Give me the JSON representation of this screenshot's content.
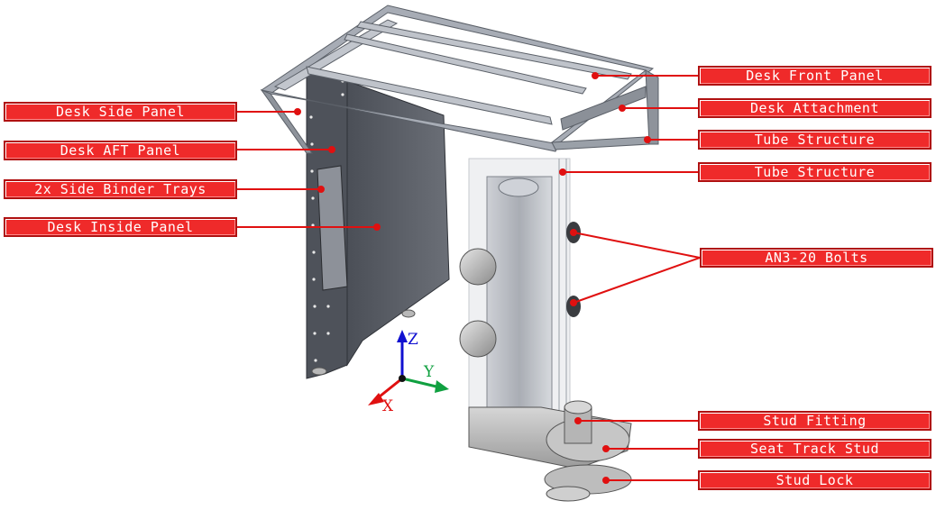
{
  "callouts": {
    "desk_side_panel": "Desk Side Panel",
    "desk_aft_panel": "Desk AFT Panel",
    "side_binder_trays": "2x Side Binder Trays",
    "desk_inside_panel": "Desk Inside Panel",
    "desk_front_panel": "Desk Front Panel",
    "desk_attachment": "Desk Attachment",
    "tube_structure_1": "Tube Structure",
    "tube_structure_2": "Tube Structure",
    "an3_bolts": "AN3-20 Bolts",
    "stud_fitting": "Stud Fitting",
    "seat_track_stud": "Seat Track Stud",
    "stud_lock": "Stud Lock"
  },
  "axes": {
    "z": "Z",
    "y": "Y",
    "x": "X"
  },
  "colors": {
    "callout_fill": "#ef2a2a",
    "callout_border": "#b01010",
    "leader_line": "#e01010",
    "axis_z": "#1010d0",
    "axis_y": "#10a040",
    "axis_x": "#e01010",
    "frame": "#9ea3ad",
    "panel": "#5a5e66",
    "tube": "#b9bcc3",
    "metal": "#b0b0b0"
  }
}
